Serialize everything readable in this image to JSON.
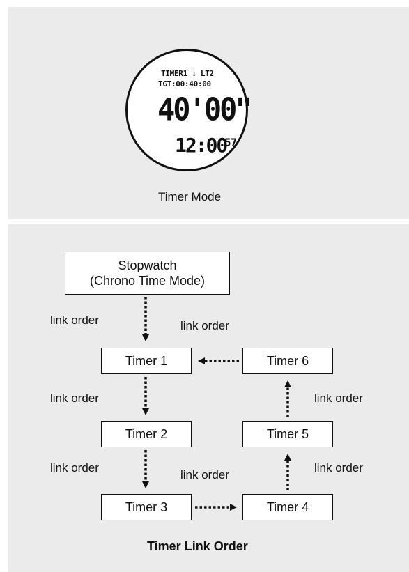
{
  "watch": {
    "line1": "TIMER1 ↓ LT2",
    "line2": "TGT:00:40:00",
    "main_time": "40'00\"",
    "clock": "12:00",
    "clock_seconds": "57"
  },
  "captions": {
    "timer_mode": "Timer Mode",
    "timer_link_order": "Timer Link Order"
  },
  "boxes": {
    "stopwatch_line1": "Stopwatch",
    "stopwatch_line2": "(Chrono Time Mode)",
    "timer1": "Timer 1",
    "timer2": "Timer 2",
    "timer3": "Timer 3",
    "timer4": "Timer 4",
    "timer5": "Timer 5",
    "timer6": "Timer 6"
  },
  "labels": {
    "l1": "link order",
    "l2": "link order",
    "l3": "link order",
    "l4": "link order",
    "l5": "link order",
    "l6": "link order",
    "l7": "link order"
  }
}
